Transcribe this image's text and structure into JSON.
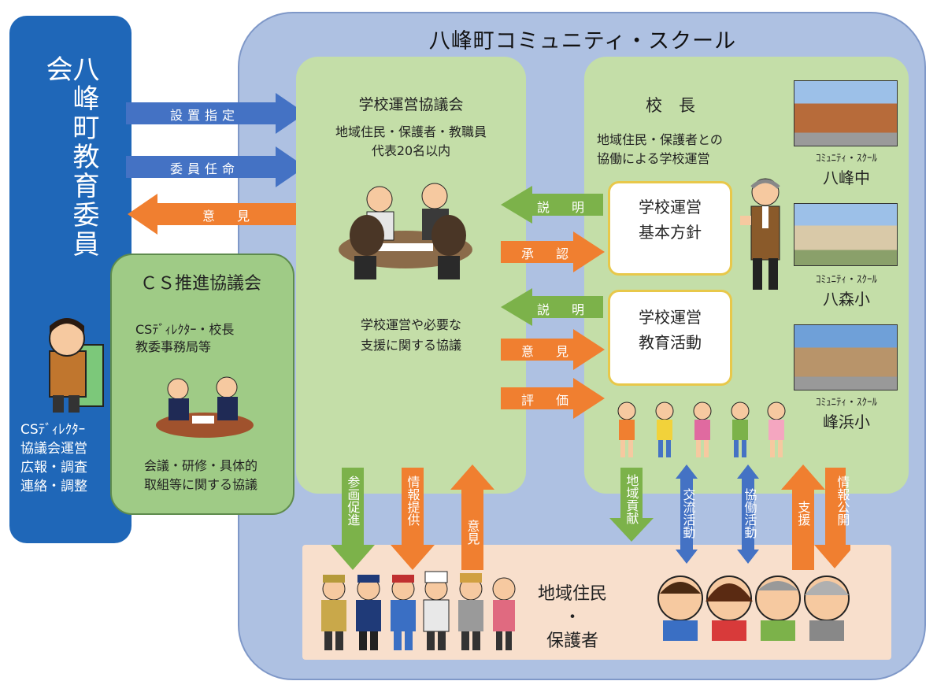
{
  "board": {
    "title": "八峰町教育委員会"
  },
  "cs_outer": {
    "title": "八峰町コミュニティ・スクール"
  },
  "arrows_board": {
    "designate": "設置指定",
    "appoint": "委員任命",
    "opinion": "意　見"
  },
  "kyogikai": {
    "title": "学校運営協議会",
    "members": "地域住民・保護者・教職員",
    "limit": "代表20名以内",
    "discussion": "学校運営や必要な",
    "discussion2": "支援に関する協議"
  },
  "cs_promo": {
    "title": "ＣＳ推進協議会",
    "members1": "CSﾃﾞｨﾚｸﾀｰ・校長",
    "members2": "教委事務局等",
    "desc1": "会議・研修・具体的",
    "desc2": "取組等に関する協議"
  },
  "director": {
    "title": "CSﾃﾞｨﾚｸﾀｰ",
    "line1": "協議会運営",
    "line2": "広報・調査",
    "line3": "連絡・調整"
  },
  "principal": {
    "title": "校　長",
    "desc1": "地域住民・保護者との",
    "desc2": "協働による学校運営"
  },
  "policy": {
    "line1": "学校運営",
    "line2": "基本方針"
  },
  "education": {
    "line1": "学校運営",
    "line2": "教育活動"
  },
  "mid_arrows": {
    "explain1": "説　明",
    "approve": "承　認",
    "explain2": "説　明",
    "opinion": "意　見",
    "evaluate": "評　価"
  },
  "schools": [
    {
      "prefix": "ｺﾐｭﾆﾃｨ・ｽｸｰﾙ",
      "name": "八峰中"
    },
    {
      "prefix": "ｺﾐｭﾆﾃｨ・ｽｸｰﾙ",
      "name": "八森小"
    },
    {
      "prefix": "ｺﾐｭﾆﾃｨ・ｽｸｰﾙ",
      "name": "峰浜小"
    }
  ],
  "community": {
    "line1": "地域住民",
    "dot": "・",
    "line2": "保護者"
  },
  "vertical_arrows": {
    "plan": "参画促進",
    "info_provide": "情報提供",
    "opinion": "意見",
    "contribute": "地域貢献",
    "exchange": "交流活動",
    "collab": "協働活動",
    "support": "支援",
    "info_public": "情報公開"
  },
  "colors": {
    "board_blue": "#1f67b8",
    "arrow_blue": "#4472c4",
    "arrow_orange": "#f07f30",
    "arrow_green": "#7cb24a",
    "panel_green": "#c4dea8",
    "outer_blue": "#aec1e2",
    "community_bg": "#f8dfcc"
  }
}
